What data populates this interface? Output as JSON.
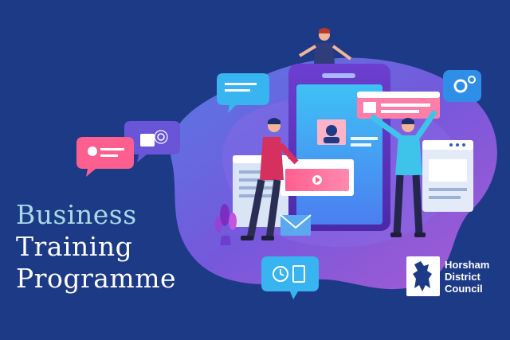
{
  "headline": {
    "line1": "Business",
    "line2": "Training",
    "line3": "Programme"
  },
  "logo": {
    "line1": "Horsham",
    "line2": "District",
    "line3": "Council",
    "icon": "heraldic-lion-icon"
  },
  "colors": {
    "background": "#1d3a86",
    "blob": "#6a55d8",
    "accent_pink": "#ff4f8b",
    "accent_cyan": "#3fa9f5",
    "headline_light": "#a9d9e6"
  },
  "illustration": {
    "icons": [
      "chat-bubble-icon",
      "tap-gesture-icon",
      "gear-icon",
      "video-play-icon",
      "envelope-icon",
      "clock-icon",
      "checklist-icon",
      "smartphone-icon",
      "plant-icon"
    ]
  }
}
